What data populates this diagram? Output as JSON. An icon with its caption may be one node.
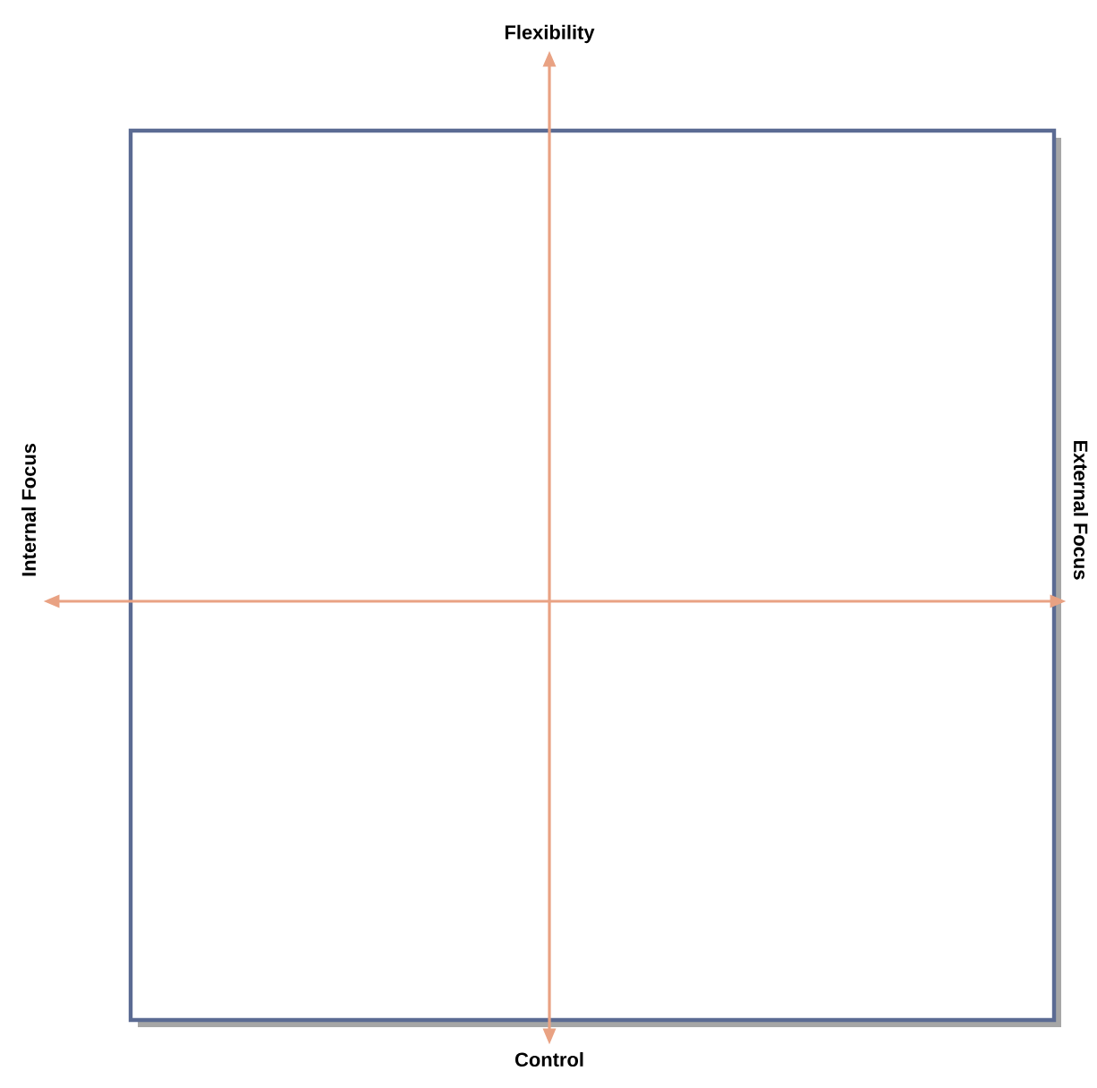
{
  "diagram": {
    "nodes": [
      {
        "text": [
          "Flexibility"
        ]
      },
      {
        "text": [
          "Internal Focus"
        ]
      },
      {
        "text": [
          "External Focus"
        ]
      },
      {
        "text": [
          "Control"
        ]
      }
    ],
    "edges": [
      {
        "from": 3,
        "to": 0,
        "arrow": "both"
      },
      {
        "from": 1,
        "to": 2,
        "arrow": "both"
      }
    ]
  }
}
